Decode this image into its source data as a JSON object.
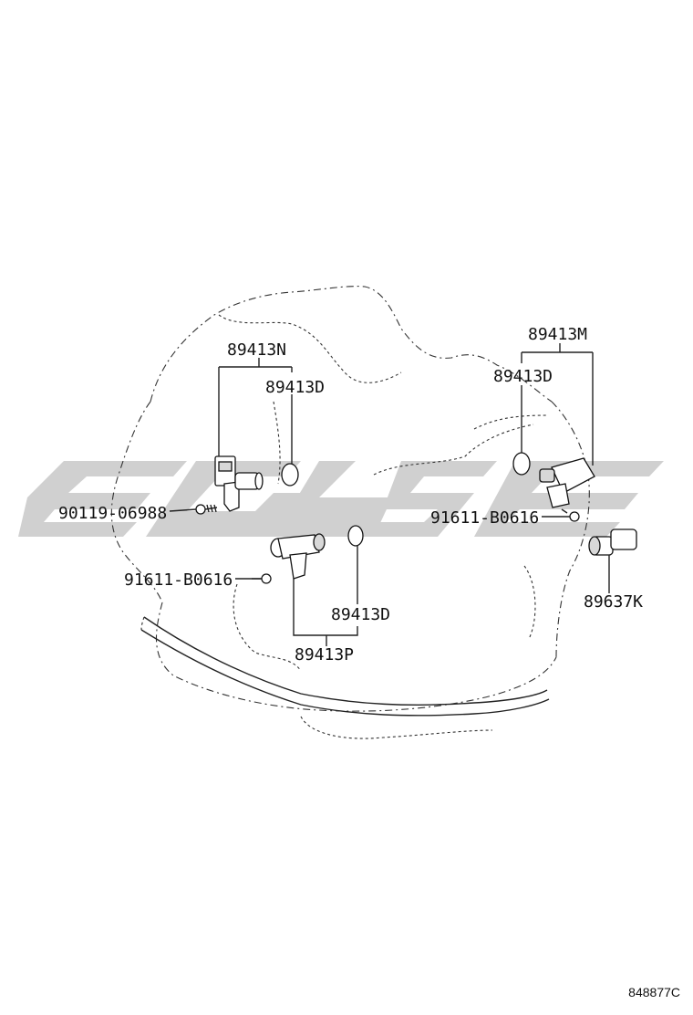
{
  "labels": {
    "p_89413N": "89413N",
    "p_89413D_left": "89413D",
    "p_90119_06988": "90119-06988",
    "p_91611_B0616_left": "91611-B0616",
    "p_89413D_center": "89413D",
    "p_89413P": "89413P",
    "p_89413M": "89413M",
    "p_89413D_right": "89413D",
    "p_91611_B0616_right": "91611-B0616",
    "p_89637K": "89637K"
  },
  "diagram_ref": "848877C",
  "watermark_color": "#c8c8c8"
}
